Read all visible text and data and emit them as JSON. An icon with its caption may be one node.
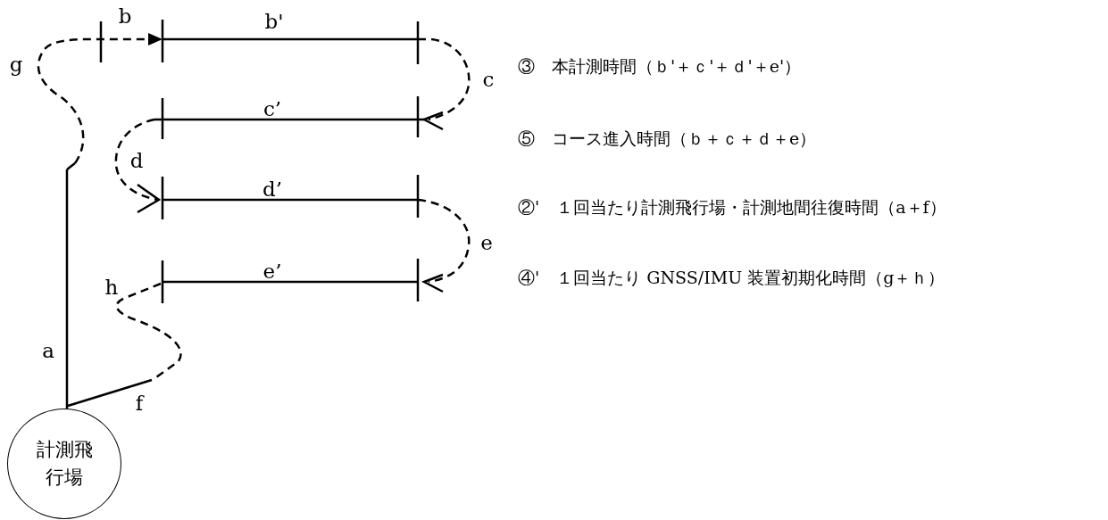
{
  "diagram": {
    "nodes": [
      {
        "text": [
          "計測飛行場"
        ]
      }
    ],
    "labels": [
      "b",
      "b'",
      "g",
      "c",
      "c’",
      "d",
      "d’",
      "e",
      "e’",
      "h",
      "a",
      "f",
      "③　本計測時間（ｂ'＋ｃ'＋ｄ'＋e'）",
      "⑤　コース進入時間（ｂ＋ｃ＋ｄ＋e）",
      "②'　１回当たり計測飛行場・計測地間往復時間（a＋f）",
      "④'　１回当たり GNSS/IMU 装置初期化時間（g＋ｈ）"
    ]
  }
}
